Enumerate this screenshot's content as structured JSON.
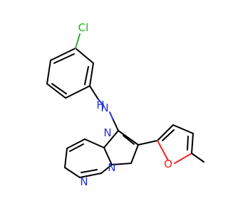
{
  "molecule": {
    "atoms": [
      {
        "id": "cl",
        "symbol": "Cl",
        "color": "#22aa22"
      },
      {
        "id": "nh_n",
        "symbol": "N",
        "color": "#2233dd"
      },
      {
        "id": "nh_h",
        "symbol": "H",
        "color": "#2233dd"
      },
      {
        "id": "n_bridge",
        "symbol": "N",
        "color": "#2233dd"
      },
      {
        "id": "n_ring1",
        "symbol": "N",
        "color": "#2233dd"
      },
      {
        "id": "n_ring2",
        "symbol": "N",
        "color": "#2233dd"
      },
      {
        "id": "o_furan",
        "symbol": "O",
        "color": "#ee2222"
      }
    ]
  }
}
